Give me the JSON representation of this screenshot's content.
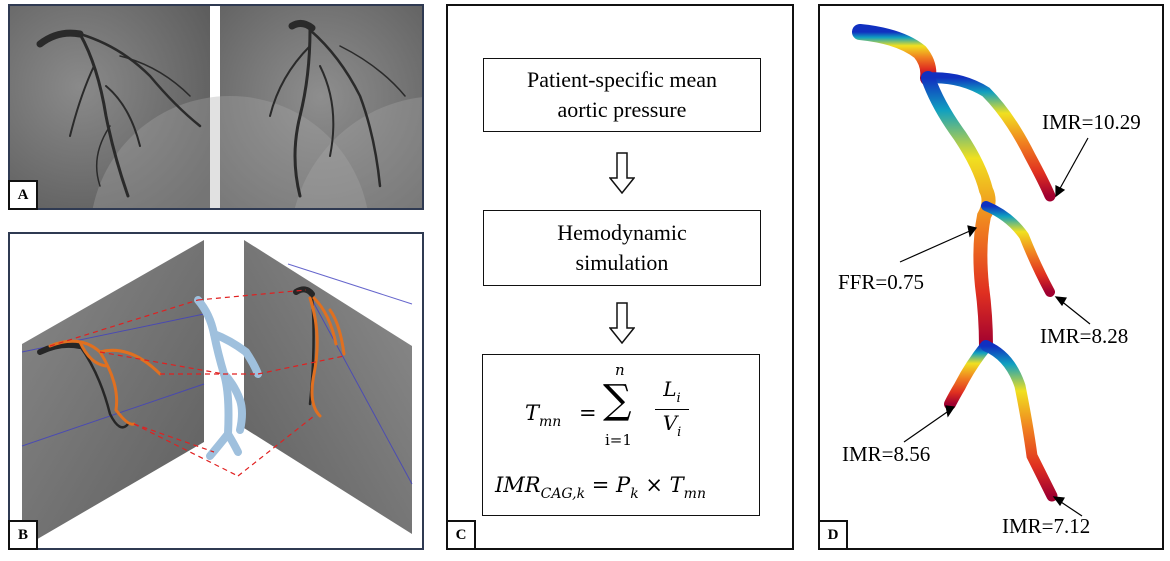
{
  "panels": {
    "a": {
      "letter": "A"
    },
    "b": {
      "letter": "B"
    },
    "c": {
      "letter": "C"
    },
    "d": {
      "letter": "D"
    }
  },
  "flow": {
    "step1_line1": "Patient-specific mean",
    "step1_line2": "aortic pressure",
    "step2_line1": "Hemodynamic",
    "step2_line2": "simulation"
  },
  "formula": {
    "tmn_left": "T",
    "tmn_sub": "mn",
    "equals": "=",
    "sum_top": "n",
    "sum_bottom": "i=1",
    "frac_num": "L",
    "frac_num_sub": "i",
    "frac_den": "V",
    "frac_den_sub": "i",
    "imr_left": "IMR",
    "imr_sub": "CAG,k",
    "imr_rhs_p": "P",
    "imr_rhs_p_sub": "k",
    "imr_rhs_times": "×",
    "imr_rhs_t": "T",
    "imr_rhs_t_sub": "mn"
  },
  "annotations": {
    "imr1": "IMR=10.29",
    "ffr": "FFR=0.75",
    "imr2": "IMR=8.28",
    "imr3": "IMR=8.56",
    "imr4": "IMR=7.12"
  },
  "colors": {
    "angio_dark": "#3a3a3a",
    "angio_light": "#9a9a9a",
    "frame_blue": "#2f3a52",
    "vessel_blue": "#9fc0dd",
    "dash_red": "#e02020",
    "centerline_orange": "#e07020",
    "colormap": [
      "#1030c0",
      "#10a0c0",
      "#f0e020",
      "#f08020",
      "#e02020",
      "#a00030"
    ]
  }
}
